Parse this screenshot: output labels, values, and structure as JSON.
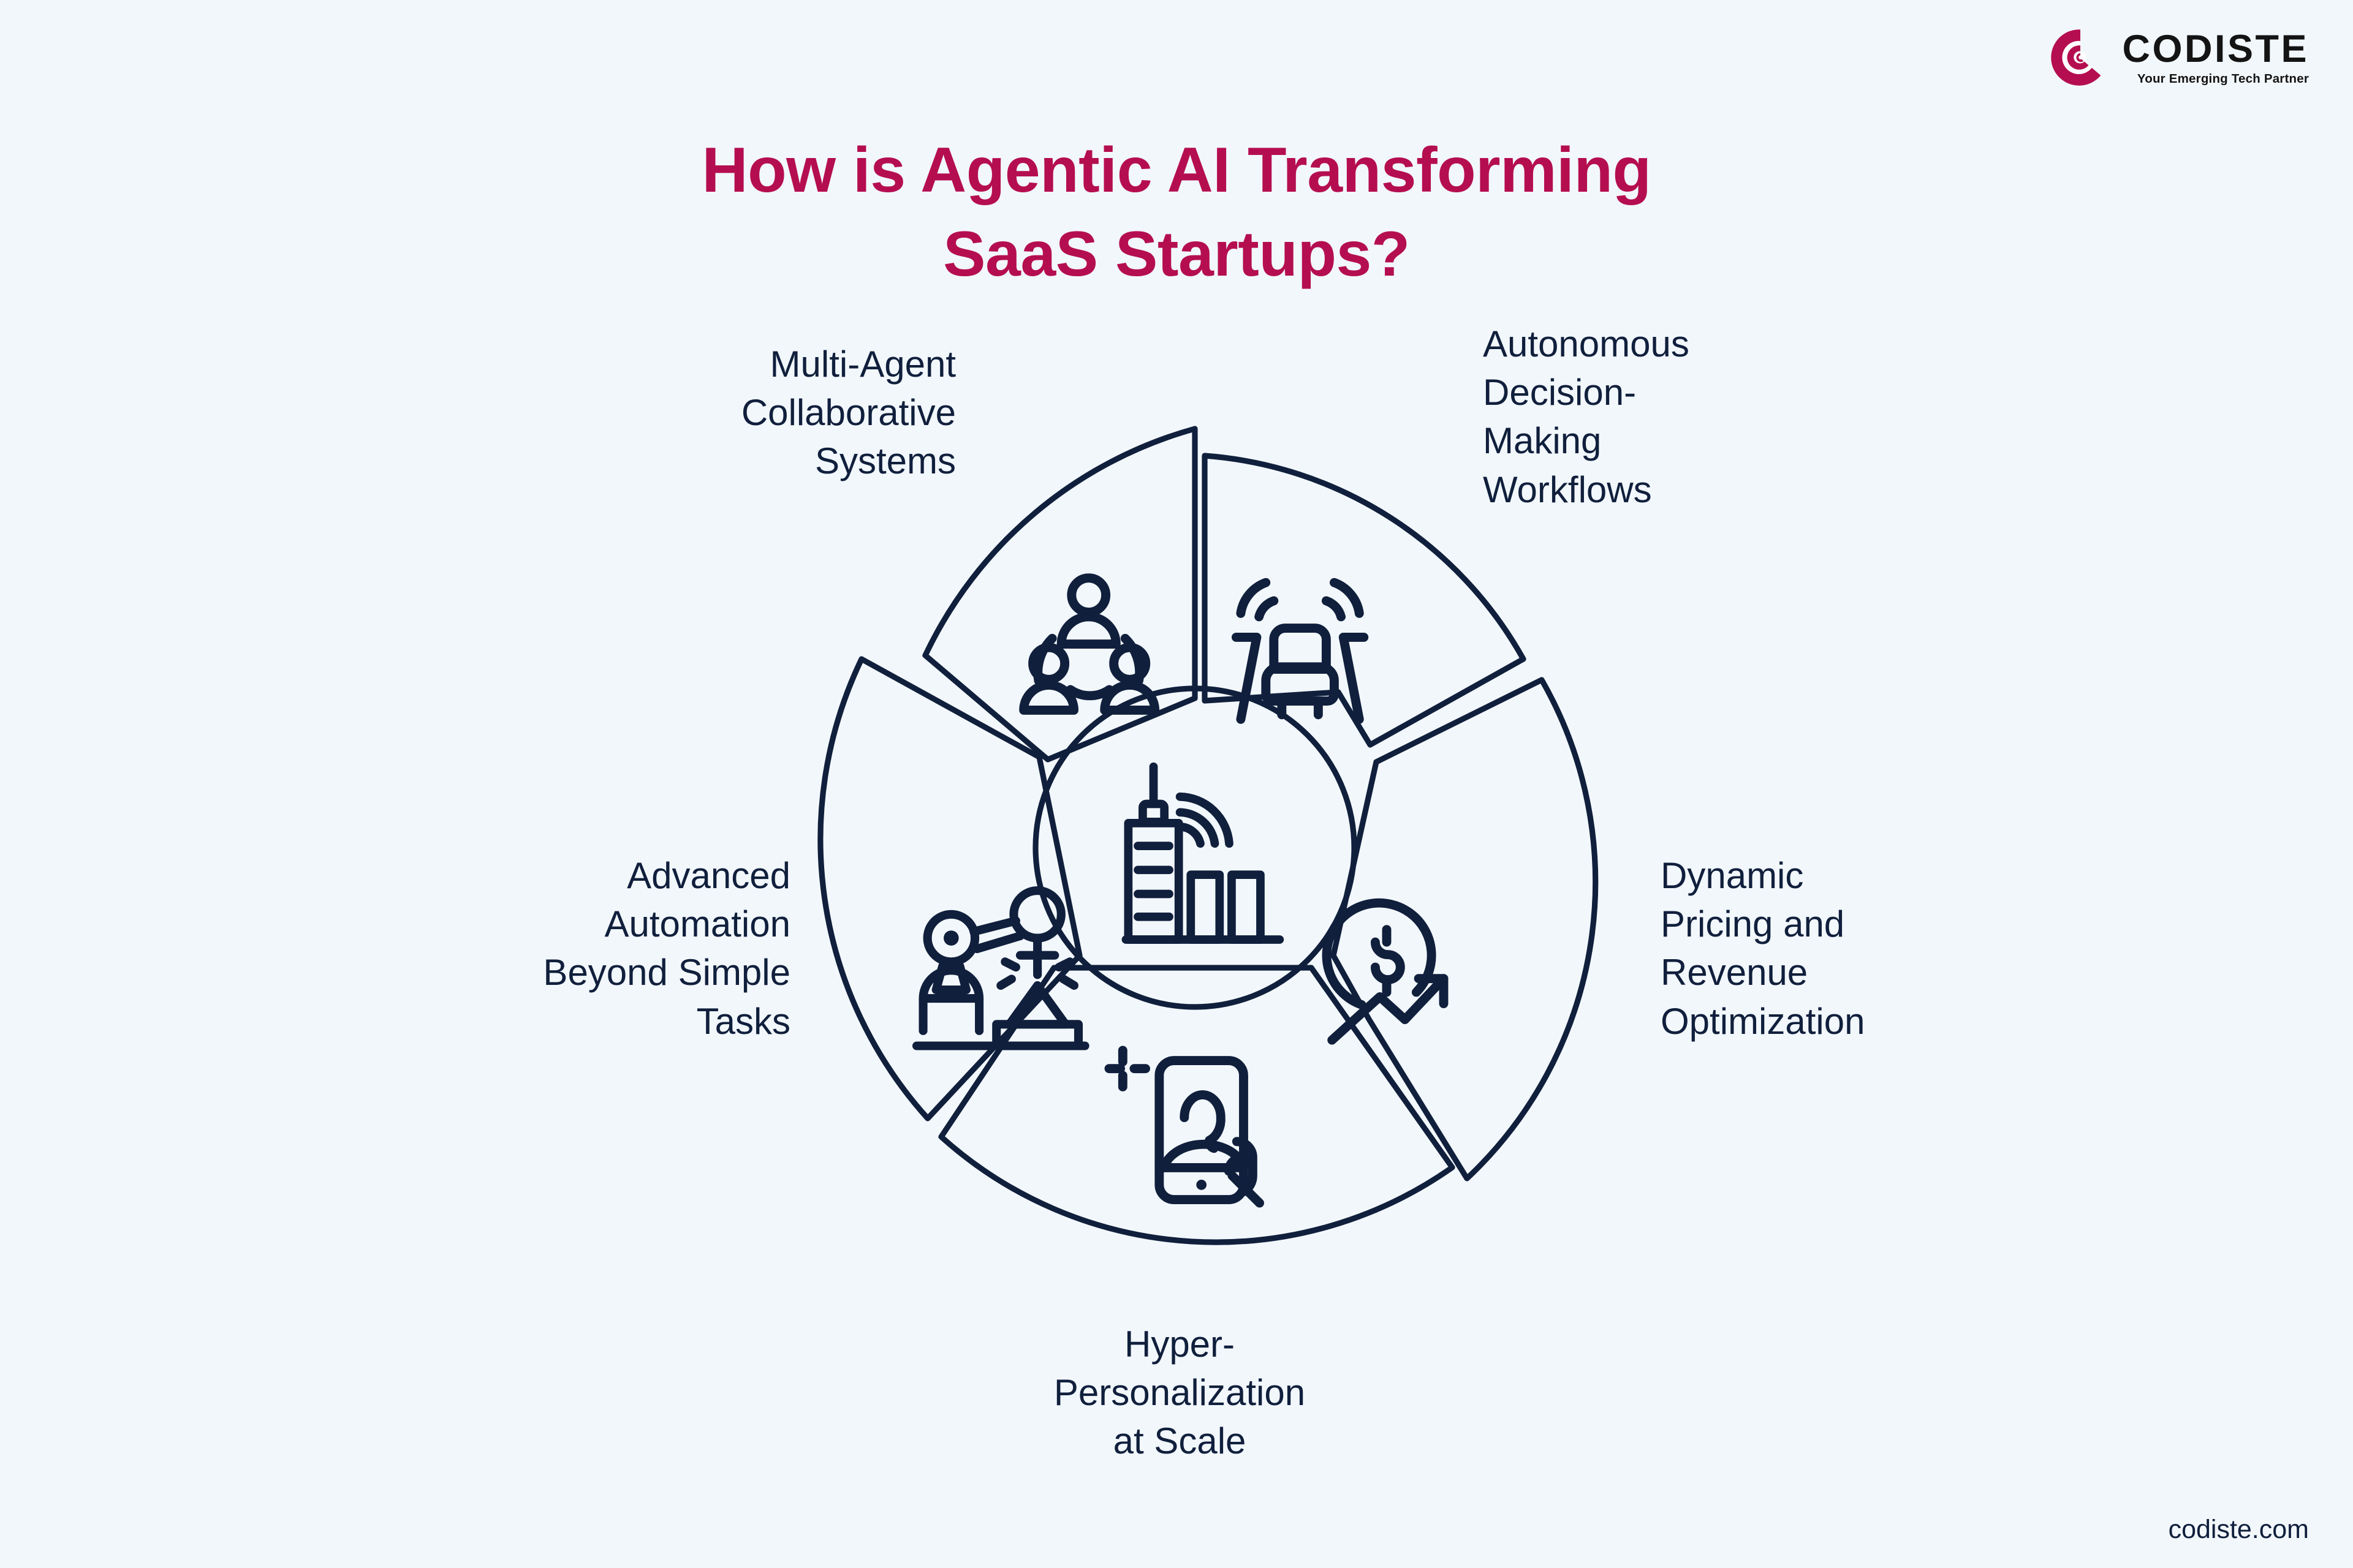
{
  "brand": {
    "logo_word": "CODISTE",
    "logo_tagline": "Your Emerging Tech Partner",
    "logo_icon": "codiste-circular-c-mark",
    "accent_color": "#b50e50",
    "ink_color": "#101f3c",
    "background_color": "#f2f7fb"
  },
  "header": {
    "title_line1": "How is Agentic AI Transforming",
    "title_line2": "SaaS Startups?"
  },
  "diagram": {
    "type": "segmented-wheel",
    "center_icon": "smart-building-analytics-icon",
    "segment_count": 5,
    "segments": [
      {
        "id": "multi-agent-collaborative-systems",
        "label": "Multi-Agent\nCollaborative\nSystems",
        "icon": "three-connected-people-icon",
        "position": "top-left"
      },
      {
        "id": "autonomous-decision-making-workflows",
        "label": "Autonomous\nDecision-\nMaking\nWorkflows",
        "icon": "self-driving-car-icon",
        "position": "top-right"
      },
      {
        "id": "dynamic-pricing-and-revenue-optimization",
        "label": "Dynamic\nPricing and\nRevenue\nOptimization",
        "icon": "dollar-growth-arrow-icon",
        "position": "right"
      },
      {
        "id": "hyper-personalization-at-scale",
        "label": "Hyper-\nPersonalization\nat Scale",
        "icon": "smartphone-user-touch-icon",
        "position": "bottom"
      },
      {
        "id": "advanced-automation-beyond-simple-tasks",
        "label": "Advanced\nAutomation\nBeyond Simple\nTasks",
        "icon": "robotic-welding-arm-icon",
        "position": "left"
      }
    ]
  },
  "footer": {
    "website": "codiste.com"
  }
}
